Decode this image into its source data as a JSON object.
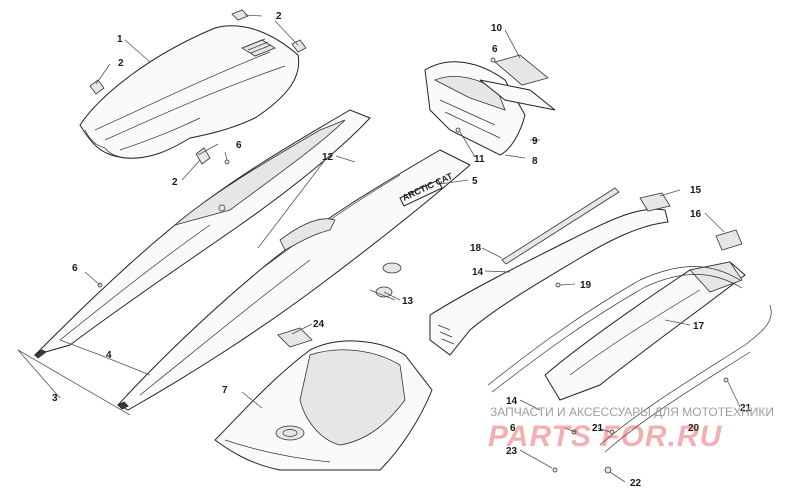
{
  "callouts": [
    {
      "id": "c1",
      "label": "1"
    },
    {
      "id": "c2a",
      "label": "2"
    },
    {
      "id": "c2b",
      "label": "2"
    },
    {
      "id": "c2c",
      "label": "2"
    },
    {
      "id": "c3",
      "label": "3"
    },
    {
      "id": "c4",
      "label": "4"
    },
    {
      "id": "c5",
      "label": "5"
    },
    {
      "id": "c6a",
      "label": "6"
    },
    {
      "id": "c6b",
      "label": "6"
    },
    {
      "id": "c6c",
      "label": "6"
    },
    {
      "id": "c6d",
      "label": "6"
    },
    {
      "id": "c7",
      "label": "7"
    },
    {
      "id": "c8",
      "label": "8"
    },
    {
      "id": "c9",
      "label": "9"
    },
    {
      "id": "c10",
      "label": "10"
    },
    {
      "id": "c11",
      "label": "11"
    },
    {
      "id": "c12",
      "label": "12"
    },
    {
      "id": "c13",
      "label": "13"
    },
    {
      "id": "c14a",
      "label": "14"
    },
    {
      "id": "c14b",
      "label": "14"
    },
    {
      "id": "c15",
      "label": "15"
    },
    {
      "id": "c16",
      "label": "16"
    },
    {
      "id": "c17",
      "label": "17"
    },
    {
      "id": "c18",
      "label": "18"
    },
    {
      "id": "c19",
      "label": "19"
    },
    {
      "id": "c20",
      "label": "20"
    },
    {
      "id": "c21a",
      "label": "21"
    },
    {
      "id": "c21b",
      "label": "21"
    },
    {
      "id": "c22",
      "label": "22"
    },
    {
      "id": "c23",
      "label": "23"
    },
    {
      "id": "c24",
      "label": "24"
    }
  ],
  "decal_text": "ARCTIC CAT",
  "watermark": {
    "subtitle": "ЗАПЧАСТИ И АКСЕССУАРЫ ДЛЯ МОТОТЕХНИКИ",
    "main": "PARTS FOR.RU"
  }
}
